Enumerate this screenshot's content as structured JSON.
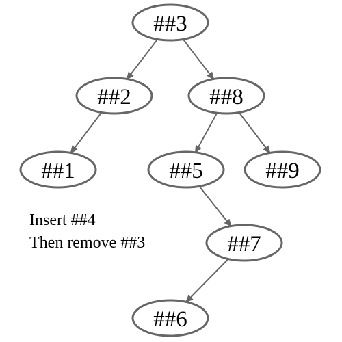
{
  "diagram": {
    "nodes": [
      {
        "id": "n3",
        "label": "##3"
      },
      {
        "id": "n2",
        "label": "##2"
      },
      {
        "id": "n8",
        "label": "##8"
      },
      {
        "id": "n1",
        "label": "##1"
      },
      {
        "id": "n5",
        "label": "##5"
      },
      {
        "id": "n9",
        "label": "##9"
      },
      {
        "id": "n7",
        "label": "##7"
      },
      {
        "id": "n6",
        "label": "##6"
      }
    ],
    "edges": [
      {
        "from": "n3",
        "to": "n2"
      },
      {
        "from": "n3",
        "to": "n8"
      },
      {
        "from": "n2",
        "to": "n1"
      },
      {
        "from": "n8",
        "to": "n5"
      },
      {
        "from": "n8",
        "to": "n9"
      },
      {
        "from": "n5",
        "to": "n7"
      },
      {
        "from": "n7",
        "to": "n6"
      }
    ],
    "caption": {
      "line1": "Insert ##4",
      "line2": "Then remove ##3"
    },
    "colors": {
      "stroke": "#666666",
      "text": "#000000",
      "background": "#ffffff"
    }
  }
}
